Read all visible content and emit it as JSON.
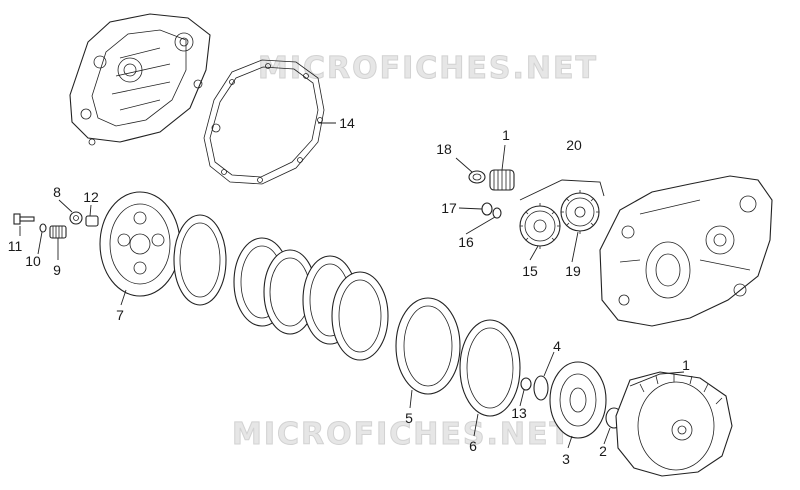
{
  "watermark": {
    "top": "MICROFICHES.NET",
    "bottom": "MICROFICHES.NET"
  },
  "callouts": {
    "c1_top": "1",
    "c1_bottom": "1",
    "c2": "2",
    "c3": "3",
    "c4": "4",
    "c5": "5",
    "c6": "6",
    "c7": "7",
    "c8": "8",
    "c9": "9",
    "c10": "10",
    "c11": "11",
    "c12": "12",
    "c13": "13",
    "c14": "14",
    "c15": "15",
    "c16": "16",
    "c17": "17",
    "c18": "18",
    "c19": "19",
    "c20": "20"
  },
  "colors": {
    "line": "#222222",
    "background": "#ffffff",
    "watermark": "#e6e6e6"
  }
}
